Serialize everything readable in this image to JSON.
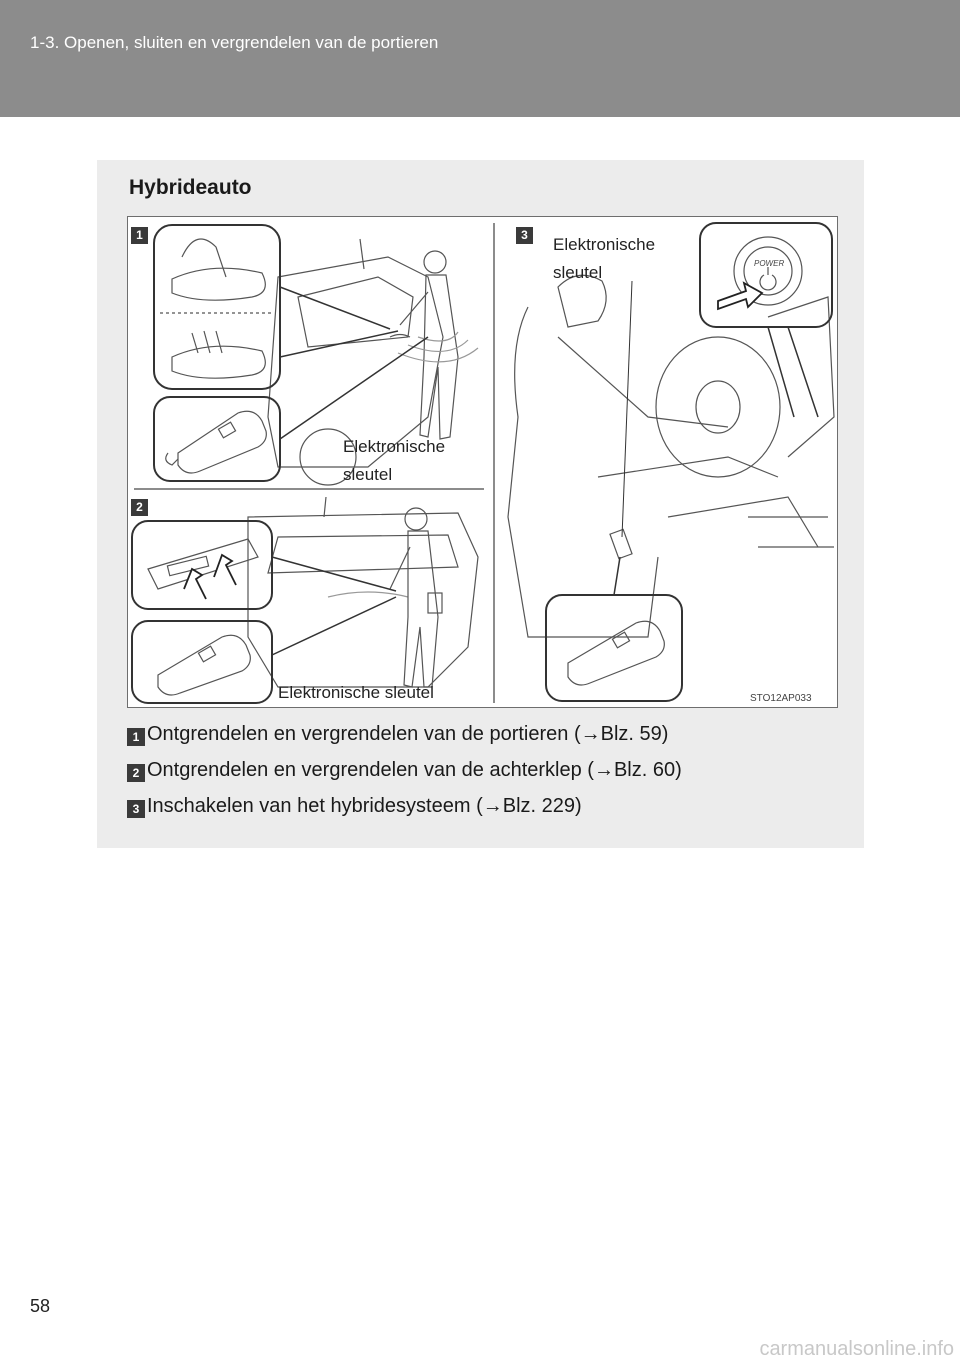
{
  "header": {
    "title": "1-3. Openen, sluiten en vergrendelen van de portieren"
  },
  "panel": {
    "heading": "Hybrideauto",
    "figure": {
      "labels": {
        "key_top_left": "Elektronische sleutel",
        "key_right": "Elektronische sleutel",
        "key_bottom": "Elektronische sleutel",
        "power": "POWER",
        "code": "STO12AP033"
      },
      "sections": [
        "1",
        "2",
        "3"
      ]
    },
    "items": [
      {
        "num": "1",
        "text": "Ontgrendelen en vergrendelen van de portieren (→Blz. 59)"
      },
      {
        "num": "2",
        "text": "Ontgrendelen en vergrendelen van de achterklep (→Blz. 60)"
      },
      {
        "num": "3",
        "text": "Inschakelen van het hybridesysteem (→Blz. 229)"
      }
    ]
  },
  "page_number": "58",
  "watermark": "carmanualsonline.info"
}
